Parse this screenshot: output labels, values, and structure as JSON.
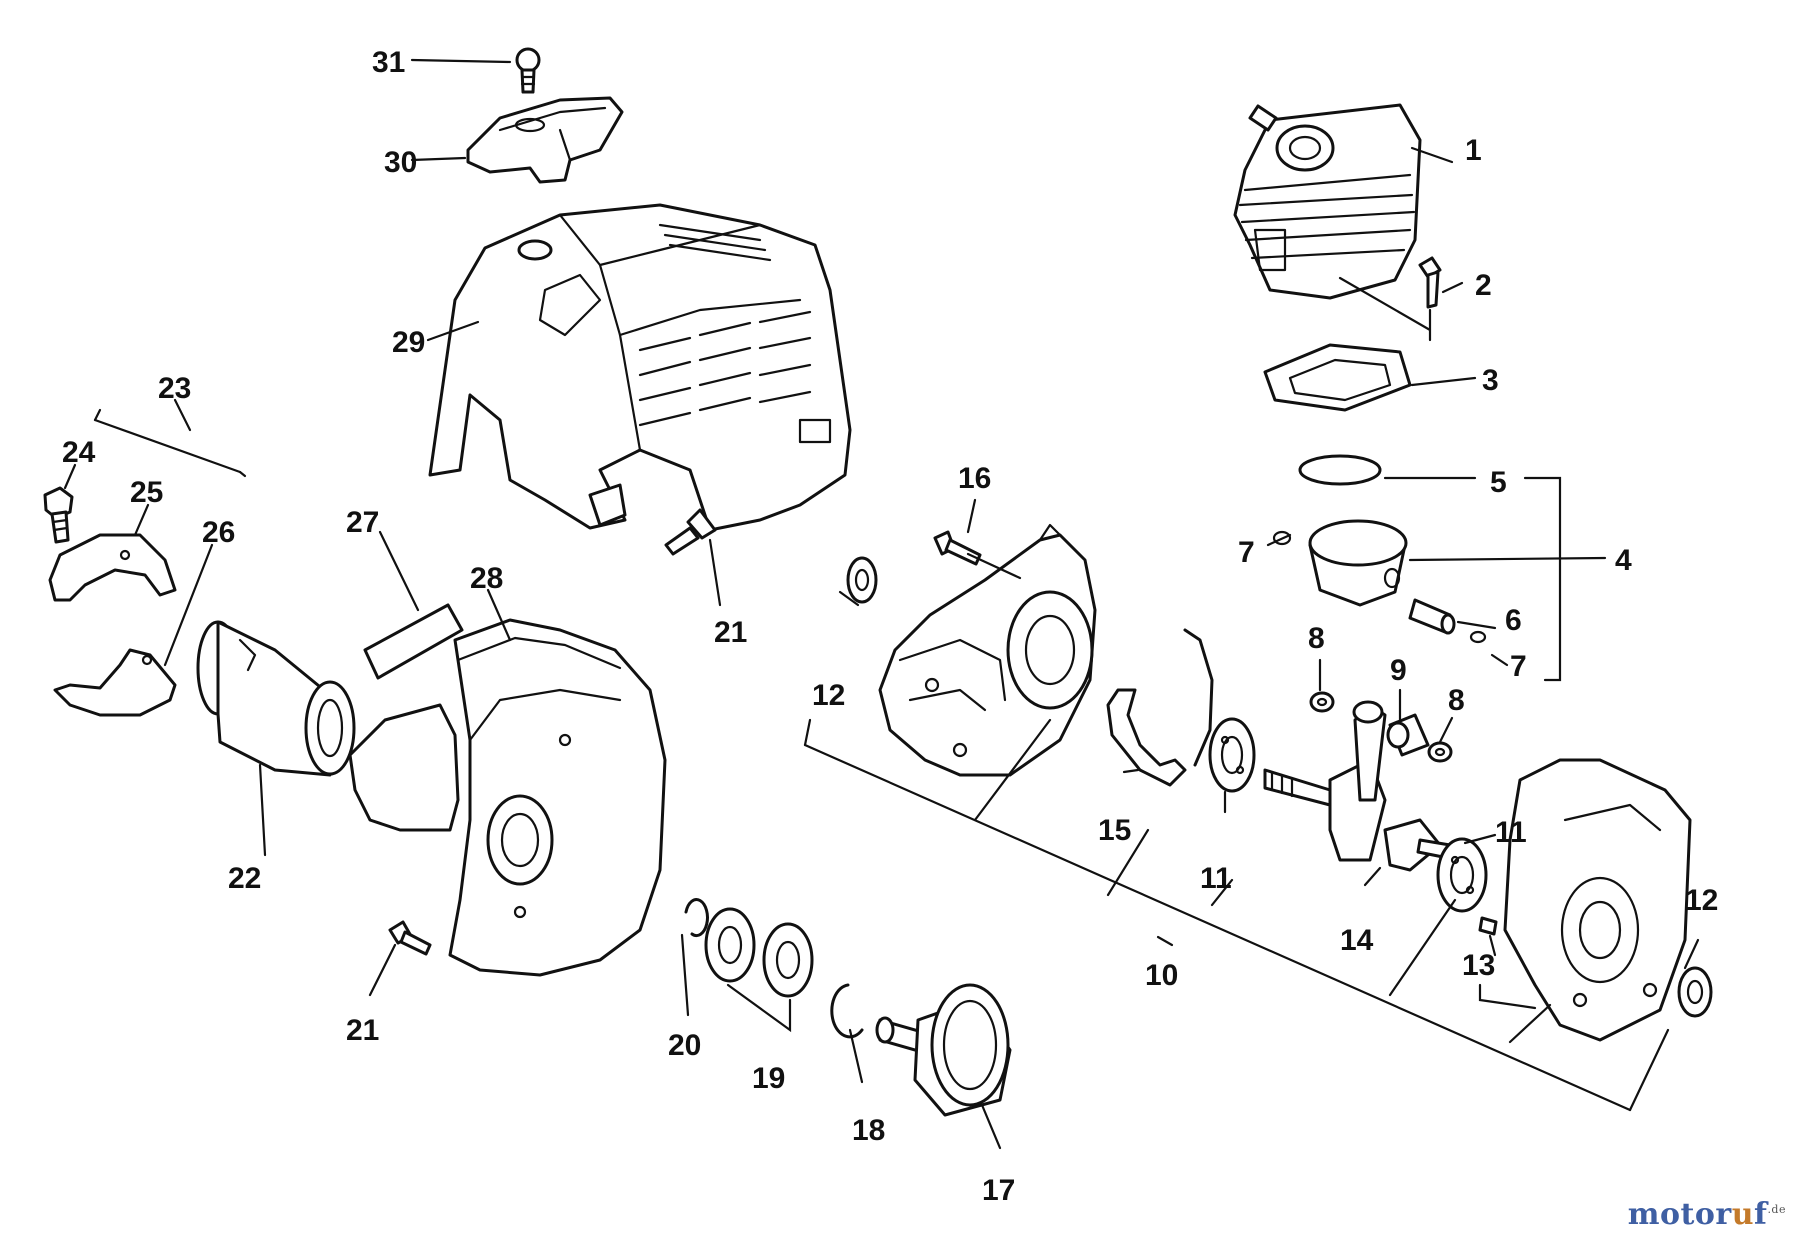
{
  "diagram": {
    "callouts": [
      {
        "id": "c1",
        "label": "1"
      },
      {
        "id": "c2",
        "label": "2"
      },
      {
        "id": "c3",
        "label": "3"
      },
      {
        "id": "c4",
        "label": "4"
      },
      {
        "id": "c5",
        "label": "5"
      },
      {
        "id": "c6",
        "label": "6"
      },
      {
        "id": "c7a",
        "label": "7"
      },
      {
        "id": "c7b",
        "label": "7"
      },
      {
        "id": "c8a",
        "label": "8"
      },
      {
        "id": "c8b",
        "label": "8"
      },
      {
        "id": "c9",
        "label": "9"
      },
      {
        "id": "c10",
        "label": "10"
      },
      {
        "id": "c11a",
        "label": "11"
      },
      {
        "id": "c11b",
        "label": "11"
      },
      {
        "id": "c12a",
        "label": "12"
      },
      {
        "id": "c12b",
        "label": "12"
      },
      {
        "id": "c13",
        "label": "13"
      },
      {
        "id": "c14",
        "label": "14"
      },
      {
        "id": "c15",
        "label": "15"
      },
      {
        "id": "c16",
        "label": "16"
      },
      {
        "id": "c17",
        "label": "17"
      },
      {
        "id": "c18",
        "label": "18"
      },
      {
        "id": "c19",
        "label": "19"
      },
      {
        "id": "c20",
        "label": "20"
      },
      {
        "id": "c21a",
        "label": "21"
      },
      {
        "id": "c21b",
        "label": "21"
      },
      {
        "id": "c22",
        "label": "22"
      },
      {
        "id": "c23",
        "label": "23"
      },
      {
        "id": "c24",
        "label": "24"
      },
      {
        "id": "c25",
        "label": "25"
      },
      {
        "id": "c26",
        "label": "26"
      },
      {
        "id": "c27",
        "label": "27"
      },
      {
        "id": "c28",
        "label": "28"
      },
      {
        "id": "c29",
        "label": "29"
      },
      {
        "id": "c30",
        "label": "30"
      },
      {
        "id": "c31",
        "label": "31"
      }
    ]
  },
  "watermark": {
    "part1": "motor",
    "part2": "u",
    "part3": "f",
    "suffix": ".de"
  }
}
